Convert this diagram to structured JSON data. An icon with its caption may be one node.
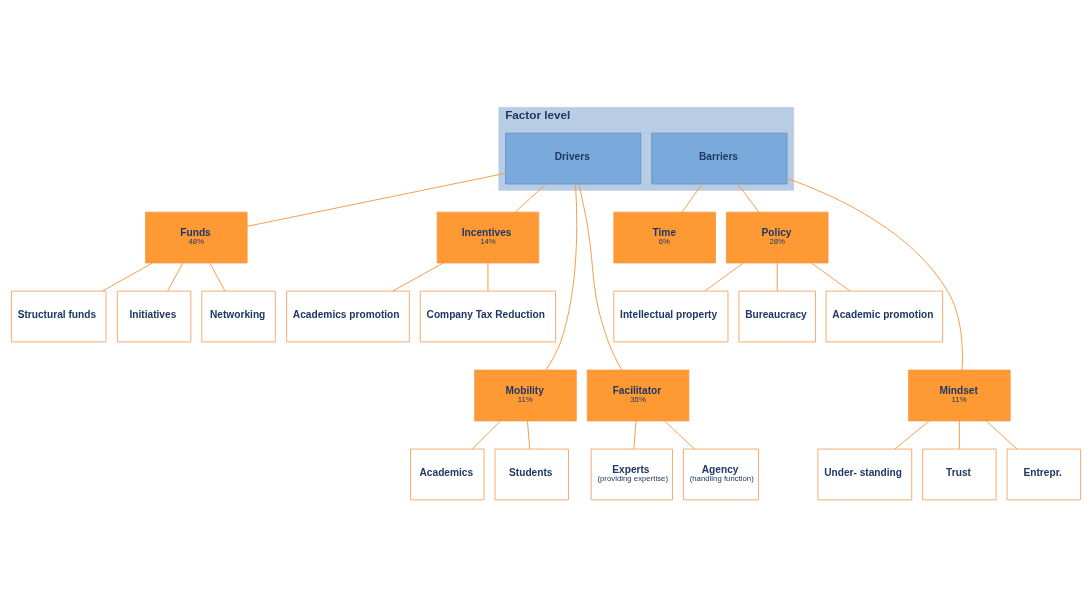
{
  "diagram": {
    "nodes": [
      {
        "text": [
          "Factor level"
        ]
      },
      {
        "text": [
          "Drivers"
        ],
        "in": 0
      },
      {
        "text": [
          "Barriers"
        ],
        "in": 0
      },
      {
        "text": [
          "Funds",
          "48%"
        ]
      },
      {
        "text": [
          "Incentives",
          "14%"
        ]
      },
      {
        "text": [
          "Mobility",
          "11%"
        ]
      },
      {
        "text": [
          "Facilitator",
          "35%"
        ]
      },
      {
        "text": [
          "Time",
          "6%"
        ]
      },
      {
        "text": [
          "Policy",
          "28%"
        ]
      },
      {
        "text": [
          "Mindset",
          "11%"
        ]
      },
      {
        "text": [
          "Structural funds"
        ]
      },
      {
        "text": [
          "Initiatives"
        ]
      },
      {
        "text": [
          "Networking"
        ]
      },
      {
        "text": [
          "Academics promotion"
        ]
      },
      {
        "text": [
          "Company Tax Reduction"
        ]
      },
      {
        "text": [
          "Academics"
        ]
      },
      {
        "text": [
          "Students"
        ]
      },
      {
        "text": [
          "Experts",
          "(providing expertise)"
        ]
      },
      {
        "text": [
          "Agency",
          "(handling function)"
        ]
      },
      {
        "text": [
          "Intellectual property"
        ]
      },
      {
        "text": [
          "Bureaucracy"
        ]
      },
      {
        "text": [
          "Academic promotion"
        ]
      },
      {
        "text": [
          "Under- standing"
        ]
      },
      {
        "text": [
          "Trust"
        ]
      },
      {
        "text": [
          "Entrepr."
        ]
      }
    ],
    "edges": [
      {
        "from": 1,
        "to": 3,
        "arrow": "none"
      },
      {
        "from": 1,
        "to": 4,
        "arrow": "none"
      },
      {
        "from": 1,
        "to": 5,
        "arrow": "none"
      },
      {
        "from": 1,
        "to": 6,
        "arrow": "none"
      },
      {
        "from": 3,
        "to": 10,
        "arrow": "none"
      },
      {
        "from": 3,
        "to": 11,
        "arrow": "none"
      },
      {
        "from": 3,
        "to": 12,
        "arrow": "none"
      },
      {
        "from": 4,
        "to": 13,
        "arrow": "none"
      },
      {
        "from": 4,
        "to": 14,
        "arrow": "none"
      },
      {
        "from": 5,
        "to": 15,
        "arrow": "none"
      },
      {
        "from": 5,
        "to": 16,
        "arrow": "none"
      },
      {
        "from": 6,
        "to": 17,
        "arrow": "none"
      },
      {
        "from": 6,
        "to": 18,
        "arrow": "none"
      },
      {
        "from": 2,
        "to": 7,
        "arrow": "none"
      },
      {
        "from": 2,
        "to": 8,
        "arrow": "none"
      },
      {
        "from": 2,
        "to": 9,
        "arrow": "none"
      },
      {
        "from": 8,
        "to": 19,
        "arrow": "none"
      },
      {
        "from": 8,
        "to": 20,
        "arrow": "none"
      },
      {
        "from": 8,
        "to": 21,
        "arrow": "none"
      },
      {
        "from": 9,
        "to": 22,
        "arrow": "none"
      },
      {
        "from": 9,
        "to": 23,
        "arrow": "none"
      },
      {
        "from": 9,
        "to": 24,
        "arrow": "none"
      }
    ]
  }
}
